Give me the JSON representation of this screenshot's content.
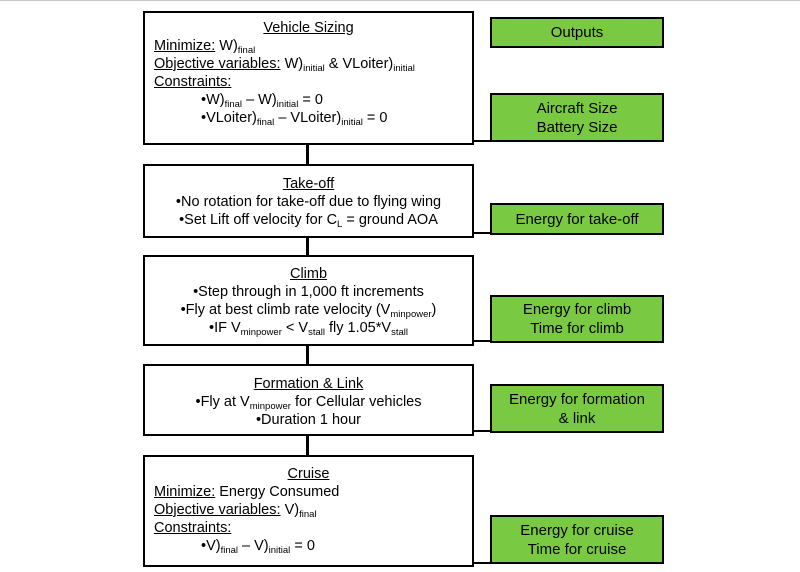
{
  "sizing": {
    "title": "Vehicle Sizing",
    "min_label": "Minimize:",
    "min_W": "W)",
    "min_sub": "final",
    "obj_label": "Objective variables:",
    "obj_W": "W)",
    "obj_sub1": "initial",
    "obj_amp": "& VLoiter)",
    "obj_sub2": "initial",
    "con_label": "Constraints:",
    "c1_a": "•W)",
    "c1_s1": "final",
    "c1_b": "– W)",
    "c1_s2": "initial",
    "c1_c": "= 0",
    "c2_a": "•VLoiter)",
    "c2_s1": "final",
    "c2_b": "– VLoiter)",
    "c2_s2": "initial",
    "c2_c": "= 0"
  },
  "takeoff": {
    "title": "Take-off",
    "line1": "•No rotation for take-off due to flying wing",
    "line2_a": "•Set Lift off velocity for C",
    "line2_sub": "L",
    "line2_b": "= ground AOA"
  },
  "climb": {
    "title": "Climb",
    "line1": "•Step through in 1,000 ft increments",
    "line2_a": "•Fly at best climb rate velocity (V",
    "line2_sub": "minpower",
    "line2_b": ")",
    "line3_a": "•IF V",
    "line3_s1": "minpower",
    "line3_b": "< V",
    "line3_s2": "stall",
    "line3_c": "fly 1.05*V",
    "line3_s3": "stall"
  },
  "formation": {
    "title": "Formation & Link",
    "line1_a": "•Fly at V",
    "line1_sub": "minpower",
    "line1_b": "for Cellular vehicles",
    "line2": "•Duration 1 hour"
  },
  "cruise": {
    "title": "Cruise",
    "min_label": "Minimize:",
    "min_val": "Energy Consumed",
    "obj_label": "Objective variables:",
    "obj_V": "V)",
    "obj_sub": "final",
    "con_label": "Constraints:",
    "c1_a": "•V)",
    "c1_s1": "final",
    "c1_b": "– V)",
    "c1_s2": "initial",
    "c1_c": "= 0"
  },
  "outputs": {
    "header": "Outputs",
    "sizing": [
      "Aircraft Size",
      "Battery Size"
    ],
    "takeoff": [
      "Energy for take-off"
    ],
    "climb": [
      "Energy for climb",
      "Time for climb"
    ],
    "formation": [
      "Energy for formation",
      "& link"
    ],
    "cruise": [
      "Energy for cruise",
      "Time for cruise"
    ]
  },
  "colors": {
    "output_fill": "#7ac943",
    "border": "#000000"
  }
}
